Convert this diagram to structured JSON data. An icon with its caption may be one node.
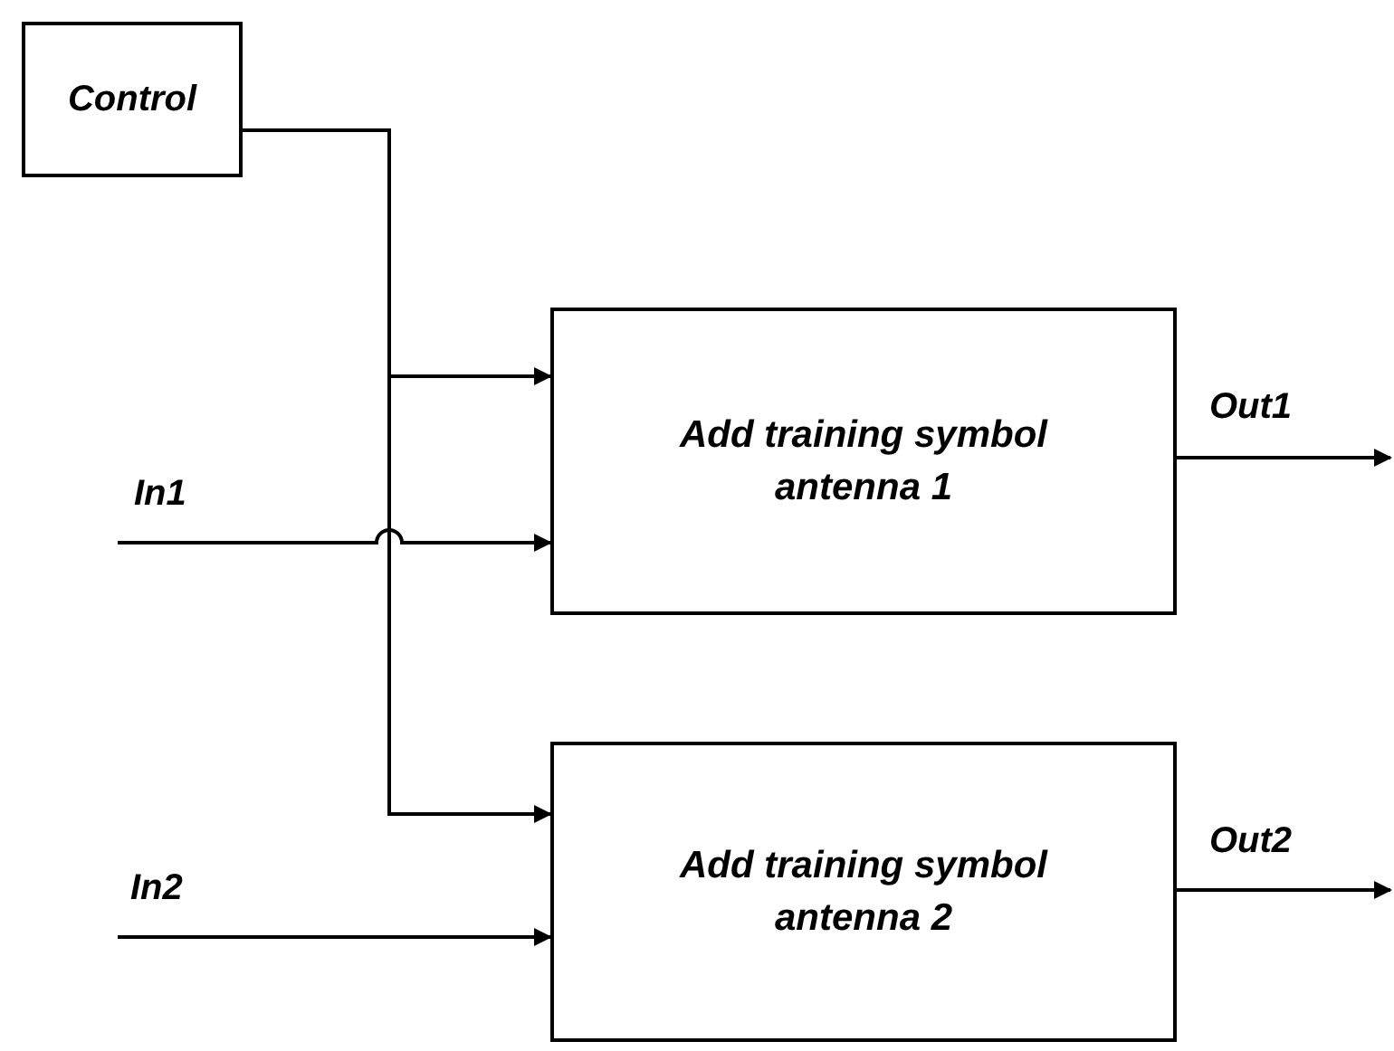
{
  "diagram": {
    "nodes": [
      {
        "text": [
          "Control"
        ]
      },
      {
        "text": [
          "Add training symbol antenna 1"
        ]
      },
      {
        "text": [
          "Add training symbol antenna 2"
        ]
      }
    ],
    "edges": [
      {
        "from": 0,
        "to": 1,
        "arrow": "to"
      },
      {
        "from": 0,
        "to": 2,
        "arrow": "to"
      },
      {
        "from": null,
        "to": 1,
        "arrow": "to",
        "label": "In1"
      },
      {
        "from": 1,
        "to": null,
        "arrow": "to",
        "label": "Out1"
      },
      {
        "from": null,
        "to": 2,
        "arrow": "to",
        "label": "In2"
      },
      {
        "from": 2,
        "to": null,
        "arrow": "to",
        "label": "Out2"
      }
    ]
  }
}
